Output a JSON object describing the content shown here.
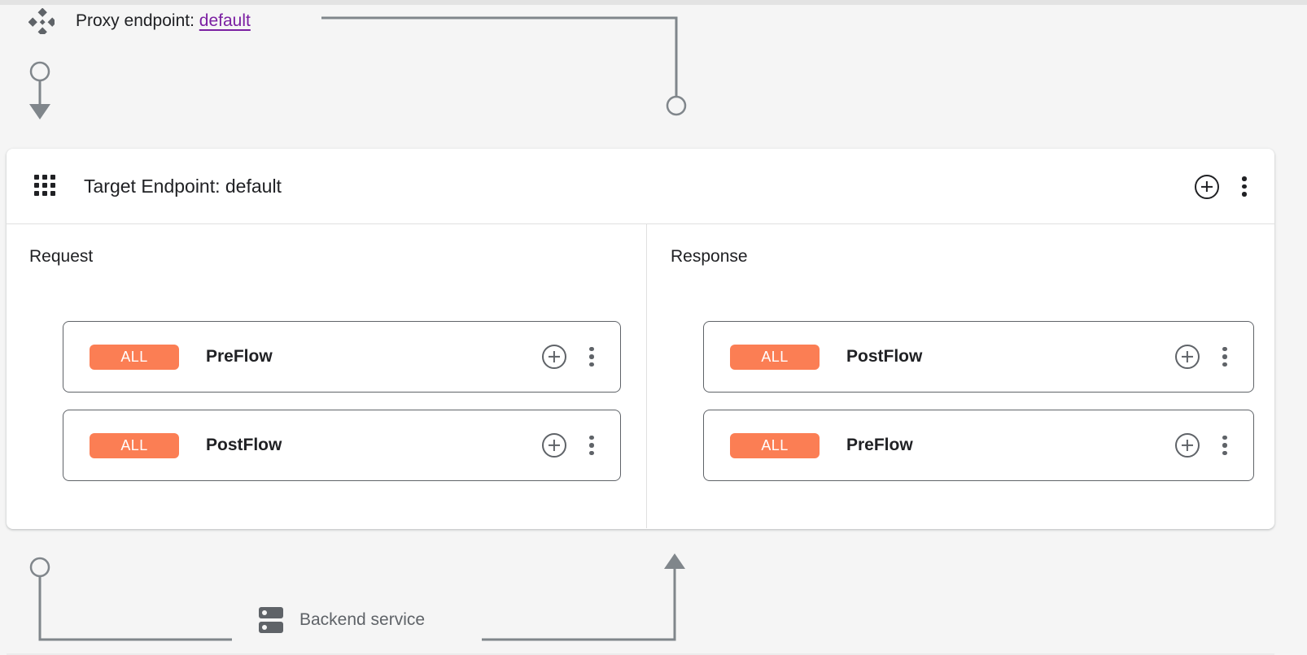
{
  "page": {
    "background_color": "#f5f5f5",
    "connector_color": "#80868b"
  },
  "proxy_bar": {
    "icon": "diamond-cluster-icon",
    "label_prefix": "Proxy endpoint:",
    "endpoint_name": "default",
    "link_color": "#7b1fa2"
  },
  "endpoint_card": {
    "icon": "apps-grid-icon",
    "title": "Target Endpoint: default",
    "actions": {
      "add_label": "add-icon",
      "menu_label": "more-options-icon"
    },
    "columns": [
      {
        "key": "request",
        "title": "Request",
        "direction": "down",
        "flows": [
          {
            "badge": "ALL",
            "name": "PreFlow",
            "badge_color": "#fb7e54"
          },
          {
            "badge": "ALL",
            "name": "PostFlow",
            "badge_color": "#fb7e54"
          }
        ]
      },
      {
        "key": "response",
        "title": "Response",
        "direction": "up",
        "flows": [
          {
            "badge": "ALL",
            "name": "PostFlow",
            "badge_color": "#fb7e54"
          },
          {
            "badge": "ALL",
            "name": "PreFlow",
            "badge_color": "#fb7e54"
          }
        ]
      }
    ]
  },
  "backend": {
    "icon": "server-icon",
    "label": "Backend service"
  }
}
